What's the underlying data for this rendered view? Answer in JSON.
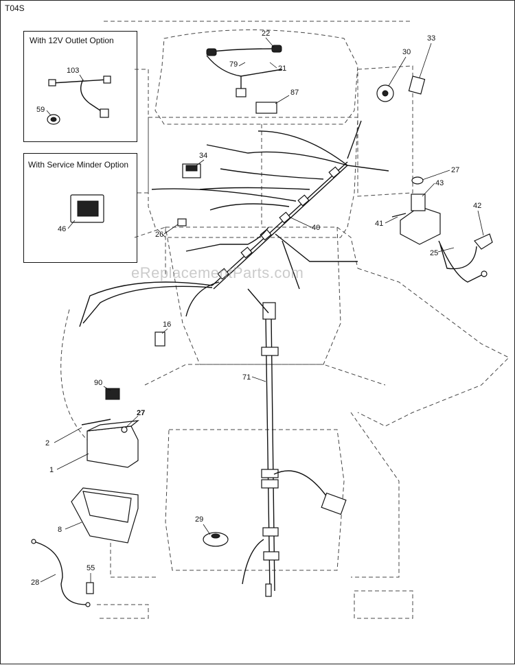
{
  "sheet_code": "T04S",
  "watermark": "eReplacementParts.com",
  "insets": {
    "outlet_option_title": "With 12V Outlet Option",
    "service_minder_title": "With Service Minder Option"
  },
  "part_labels": [
    "103",
    "59",
    "46",
    "22",
    "79",
    "21",
    "87",
    "30",
    "33",
    "34",
    "27",
    "43",
    "42",
    "41",
    "25",
    "26",
    "40",
    "16",
    "71",
    "90",
    "2",
    "27",
    "1",
    "8",
    "29",
    "28",
    "55"
  ]
}
